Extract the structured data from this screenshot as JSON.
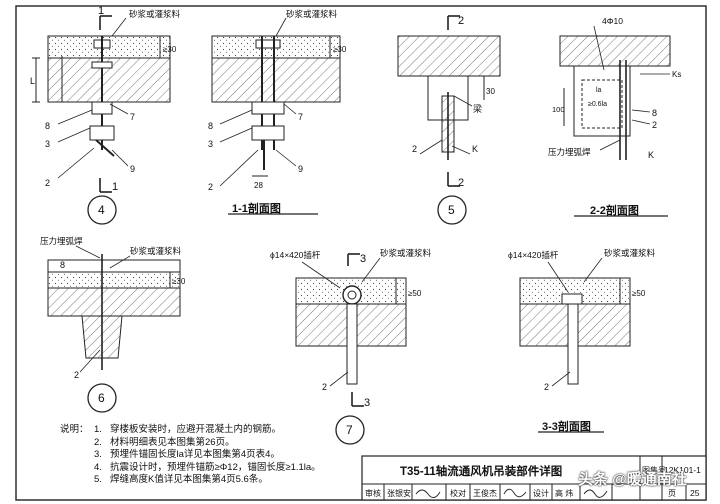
{
  "labels": {
    "mortar": "砂浆或灌浆料",
    "beam": "梁",
    "weld": "压力埋弧焊",
    "rebar10": "4Φ10",
    "la": "la",
    "la06": "≥0.6la",
    "dim30": "30",
    "dimge30": "≥30",
    "dimge50": "≥50",
    "dim100": "100",
    "dim28": "28",
    "dimL": "L",
    "K": "K",
    "Ks": "Ks",
    "rod": "ϕ14×420插杆"
  },
  "parts": {
    "p2": "2",
    "p3": "3",
    "p7": "7",
    "p8": "8",
    "p9": "9"
  },
  "sections": {
    "s1": "1",
    "s2": "2",
    "s3": "3"
  },
  "details": {
    "d4": "4",
    "d5": "5",
    "d6": "6",
    "d7": "7"
  },
  "captions": {
    "c11": "1-1剖面图",
    "c22": "2-2剖面图",
    "c33": "3-3剖面图"
  },
  "notes": {
    "label": "说明：",
    "items": [
      {
        "num": "1.",
        "text": "穿楼板安装时，应避开混凝土内的钢筋。"
      },
      {
        "num": "2.",
        "text": "材料明细表见本图集第26页。"
      },
      {
        "num": "3.",
        "text": "预埋件锚固长度la详见本图集第4页表4。"
      },
      {
        "num": "4.",
        "text": "抗震设计时，预埋件锚筋≥Φ12，锚固长度≥1.1la。"
      },
      {
        "num": "5.",
        "text": "焊缝高度K值详见本图集第4页5.6条。"
      }
    ]
  },
  "titleblock": {
    "title": "T35-11轴流通风机吊装部件详图",
    "set_label": "图集号",
    "set_no": "12K101-1",
    "page_label": "页",
    "page_no": "25",
    "sign_row": [
      "审核",
      "张银安",
      "",
      "校对",
      "王俊杰",
      "",
      "设计",
      "高 炜",
      ""
    ]
  },
  "watermark": "头条 @暖通南社"
}
